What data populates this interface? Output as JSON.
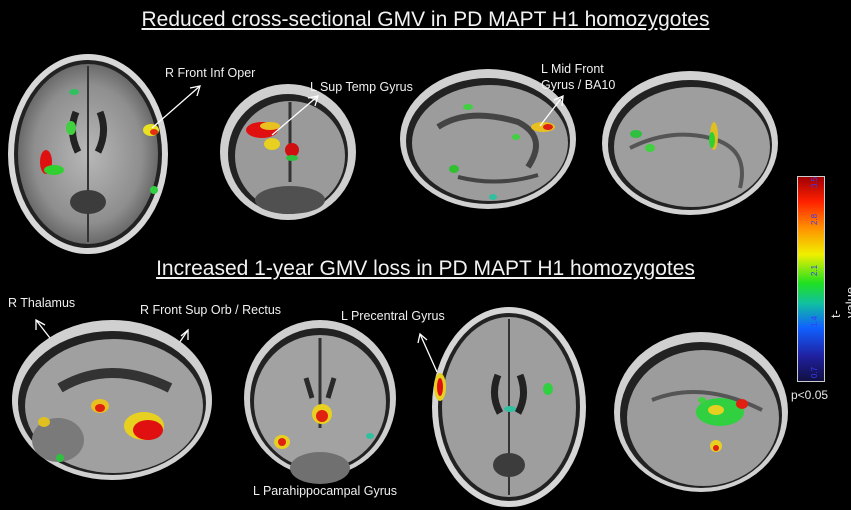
{
  "titles": {
    "top": "Reduced cross-sectional GMV in PD MAPT H1 homozygotes",
    "bottom": "Increased 1-year GMV loss in PD MAPT H1 homozygotes"
  },
  "labels": {
    "r_front_inf_oper": "R Front Inf Oper",
    "l_sup_temp_gyrus": "L Sup Temp Gyrus",
    "l_mid_front_1": "L Mid Front",
    "l_mid_front_2": "Gyrus / BA10",
    "r_thalamus": "R Thalamus",
    "r_front_sup_orb": "R Front Sup Orb / Rectus",
    "l_precentral": "L Precentral Gyrus",
    "l_parahippocampal": "L Parahippocampal Gyrus"
  },
  "colorbar": {
    "title": "t-value",
    "ticks": [
      "0.7",
      "1.4",
      "2.1",
      "2.8",
      "3.5"
    ],
    "pvalue": "p<0.05"
  }
}
